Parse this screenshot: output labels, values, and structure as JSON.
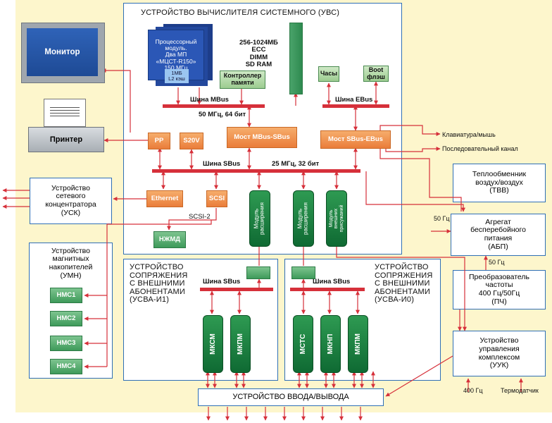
{
  "uvs": {
    "title": "УСТРОЙСТВО ВЫЧИСЛИТЕЛЯ СИСТЕМНОГО (УВС)",
    "processor": "Процессорный\nмодуль.\nДва МП\n«МЦСТ-R150»\n150 МГц",
    "cache": "1МБ\nL2 кэш",
    "memory": "256-1024МБ\nECC\nDIMM\nSD RAM",
    "mem_controller": "Контроллер\nпамяти",
    "clock": "Часы",
    "boot": "Boot\nфлэш",
    "mbus": "Шина MBus",
    "mbus_speed": "50 МГц, 64 бит",
    "ebus": "Шина EBus",
    "pp": "PP",
    "s20v": "S20V",
    "bridge_mbus": "Мост MBus-SBus",
    "bridge_ebus": "Мост SBus-EBus",
    "sbus": "Шина SBus",
    "sbus_speed": "25 МГц, 32 бит",
    "ethernet": "Ethernet",
    "scsi": "SCSI",
    "scsi2": "SCSI-2",
    "nzhmd": "НЖМД",
    "mod_exp1": "Модуль\nрасширения",
    "mod_exp2": "Модуль\nрасширения",
    "mod_ext": "Модуль\nвнешних\nприсужаний"
  },
  "left": {
    "monitor": "Монитор",
    "printer": "Принтер",
    "usk": "Устройство\nсетевого\nконцентратора\n(УСК)",
    "umn_title": "Устройство\nмагнитных\nнакопителей\n(УМН)",
    "nms": [
      "НМС1",
      "НМС2",
      "НМС3",
      "НМС4"
    ]
  },
  "right": {
    "keyboard": "Клавиатура/мышь",
    "serial": "Последовательный канал",
    "tvv": "Теплообменник\nвоздух/воздух\n(ТВВ)",
    "abp": "Агрегат\nбесперебойного\nпитания\n(АБП)",
    "hz50a": "50 Гц",
    "hz50b": "50 Гц",
    "pch": "Преобразователь\nчастоты\n400 Гц/50Гц\n(ПЧ)",
    "uuk": "Устройство\nуправления\nкомплексом\n(УУК)",
    "hz400": "400 Гц",
    "thermo": "Термодатчик"
  },
  "usva1": {
    "title": "УСТРОЙСТВО\nСОПРЯЖЕНИЯ\nС ВНЕШНИМИ\nАБОНЕНТАМИ\n(УСВА-И1)",
    "bus": "Шина SBus",
    "m1": "МКСМ",
    "m2": "МКПМ"
  },
  "usva0": {
    "title": "УСТРОЙСТВО\nСОПРЯЖЕНИЯ\nС ВНЕШНИМИ\nАБОНЕНТАМИ\n(УСВА-И0)",
    "bus": "Шина SBus",
    "m1": "МСТС",
    "m2": "МКНП",
    "m3": "МКПМ"
  },
  "io": {
    "label": "УСТРОЙСТВО ВВОДА/ВЫВОДА"
  }
}
